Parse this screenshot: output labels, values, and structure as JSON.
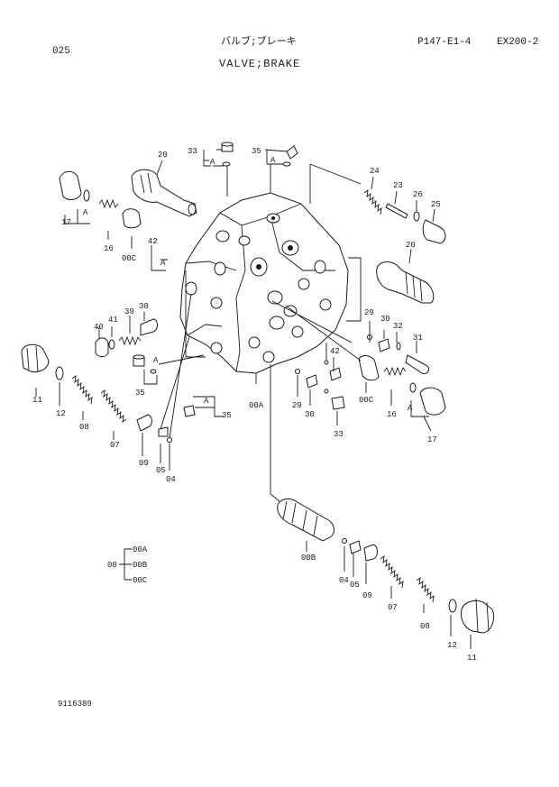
{
  "header": {
    "page_number": "025",
    "title_jp": "バルブ;ブレーキ",
    "title_en": "VALVE;BRAKE",
    "page_code": "P147-E1-4",
    "model": "EX200-2"
  },
  "callouts": {
    "c33a": "33",
    "c35a": "35",
    "c20a": "20",
    "c24": "24",
    "c23": "23",
    "c26": "26",
    "c25": "25",
    "c17a": "17",
    "c16a": "16",
    "c00ca": "00C",
    "c42a": "42",
    "c20b": "20",
    "c38": "38",
    "c39": "39",
    "c41": "41",
    "c40": "40",
    "c35b": "35",
    "c29a": "29",
    "c30a": "30",
    "c32": "32",
    "c31": "31",
    "c42b": "42",
    "c11a": "11",
    "c12a": "12",
    "c08a": "08",
    "c07a": "07",
    "c09a": "09",
    "c05a": "05",
    "c04a": "04",
    "c35c": "35",
    "c00aa": "00A",
    "c29b": "29",
    "c30b": "30",
    "c33b": "33",
    "c00cb": "00C",
    "c16b": "16",
    "c17b": "17",
    "c00b": "00B",
    "c04b": "04",
    "c05b": "05",
    "c09b": "09",
    "c07b": "07",
    "c08b": "08",
    "c12b": "12",
    "c11b": "11",
    "aA1": "A",
    "aA2": "A",
    "aA3": "A",
    "aA4": "A",
    "aA5": "A",
    "aA6": "A",
    "aA7": "A"
  },
  "legend": {
    "parent": "00",
    "children": [
      "00A",
      "00B",
      "00C"
    ]
  },
  "footer": {
    "drawing_number": "9116389"
  }
}
